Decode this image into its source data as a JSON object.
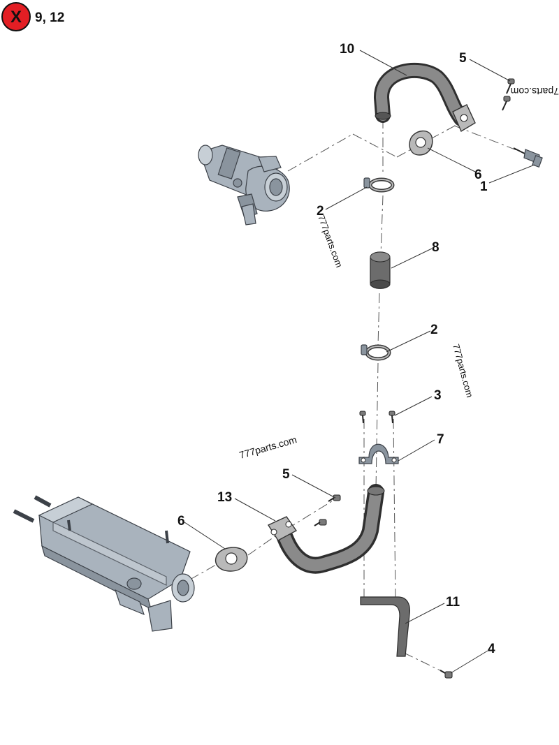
{
  "header": {
    "badge_symbol": "X",
    "badge_color": "#e31e24",
    "note": "9, 12"
  },
  "callouts": [
    {
      "id": "c10",
      "label": "10"
    },
    {
      "id": "c5a",
      "label": "5"
    },
    {
      "id": "c6a",
      "label": "6"
    },
    {
      "id": "c1",
      "label": "1"
    },
    {
      "id": "c2a",
      "label": "2"
    },
    {
      "id": "c8",
      "label": "8"
    },
    {
      "id": "c2b",
      "label": "2"
    },
    {
      "id": "c3",
      "label": "3"
    },
    {
      "id": "c7",
      "label": "7"
    },
    {
      "id": "c5b",
      "label": "5"
    },
    {
      "id": "c13",
      "label": "13"
    },
    {
      "id": "c6b",
      "label": "6"
    },
    {
      "id": "c11",
      "label": "11"
    },
    {
      "id": "c4",
      "label": "4"
    }
  ],
  "watermarks": {
    "top_right": "7parts.com",
    "left_vertical": "777parts.com",
    "right_vertical": "777parts.com",
    "middle": "777parts.com"
  },
  "parts": [
    "egr-valve-assembly-icon",
    "egr-cooler-icon",
    "upper-pipe-icon",
    "lower-pipe-icon",
    "rubber-hose-icon",
    "hose-clamp-icon",
    "pipe-bracket-icon",
    "support-bracket-icon",
    "flange-gasket-icon",
    "bolt-icon",
    "sensor-connector-icon"
  ]
}
